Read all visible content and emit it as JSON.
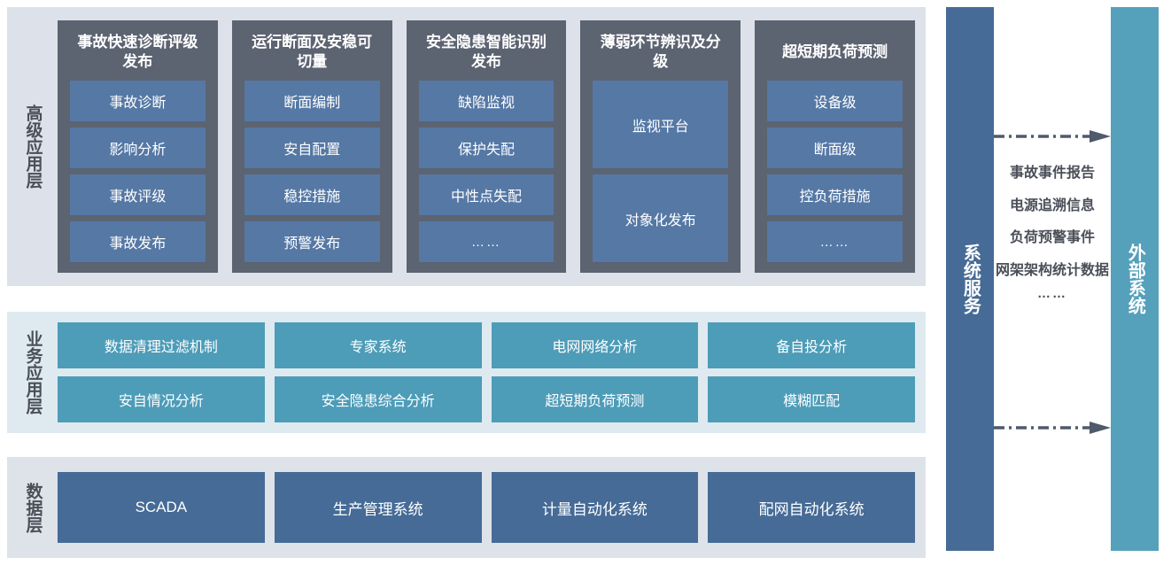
{
  "colors": {
    "adv_layer_bg": "#dde1e9",
    "adv_col_bg": "#5c6371",
    "adv_item_bg": "#5578a5",
    "biz_layer_bg": "#deeaf0",
    "biz_item_bg": "#4d9cb8",
    "data_layer_bg": "#dee2e9",
    "data_item_bg": "#456b96",
    "system_service_bg": "#456b96",
    "external_system_bg": "#55a0bb",
    "label_text": "#4a4f58",
    "arrow": "#4f5a6b"
  },
  "layers": {
    "advanced": {
      "label": "高级应用层",
      "columns": [
        {
          "title": "事故快速诊断评级发布",
          "items": [
            "事故诊断",
            "影响分析",
            "事故评级",
            "事故发布"
          ]
        },
        {
          "title": "运行断面及安稳可切量",
          "items": [
            "断面编制",
            "安自配置",
            "稳控措施",
            "预警发布"
          ]
        },
        {
          "title": "安全隐患智能识别发布",
          "items": [
            "缺陷监视",
            "保护失配",
            "中性点失配",
            "……"
          ]
        },
        {
          "title": "薄弱环节辨识及分级",
          "items": [
            "监视平台",
            "对象化发布"
          ]
        },
        {
          "title": "超短期负荷预测",
          "items": [
            "设备级",
            "断面级",
            "控负荷措施",
            "……"
          ]
        }
      ]
    },
    "business": {
      "label": "业务应用层",
      "items": [
        "数据清理过滤机制",
        "专家系统",
        "电网网络分析",
        "备自投分析",
        "安自情况分析",
        "安全隐患综合分析",
        "超短期负荷预测",
        "模糊匹配"
      ]
    },
    "data": {
      "label": "数据层",
      "items": [
        "SCADA",
        "生产管理系统",
        "计量自动化系统",
        "配网自动化系统"
      ]
    }
  },
  "right_panel": {
    "system_service_label": "系统服务",
    "external_system_label": "外部系统",
    "flow_labels": [
      "事故事件报告",
      "电源追溯信息",
      "负荷预警事件",
      "网架架构统计数据",
      "……"
    ]
  }
}
